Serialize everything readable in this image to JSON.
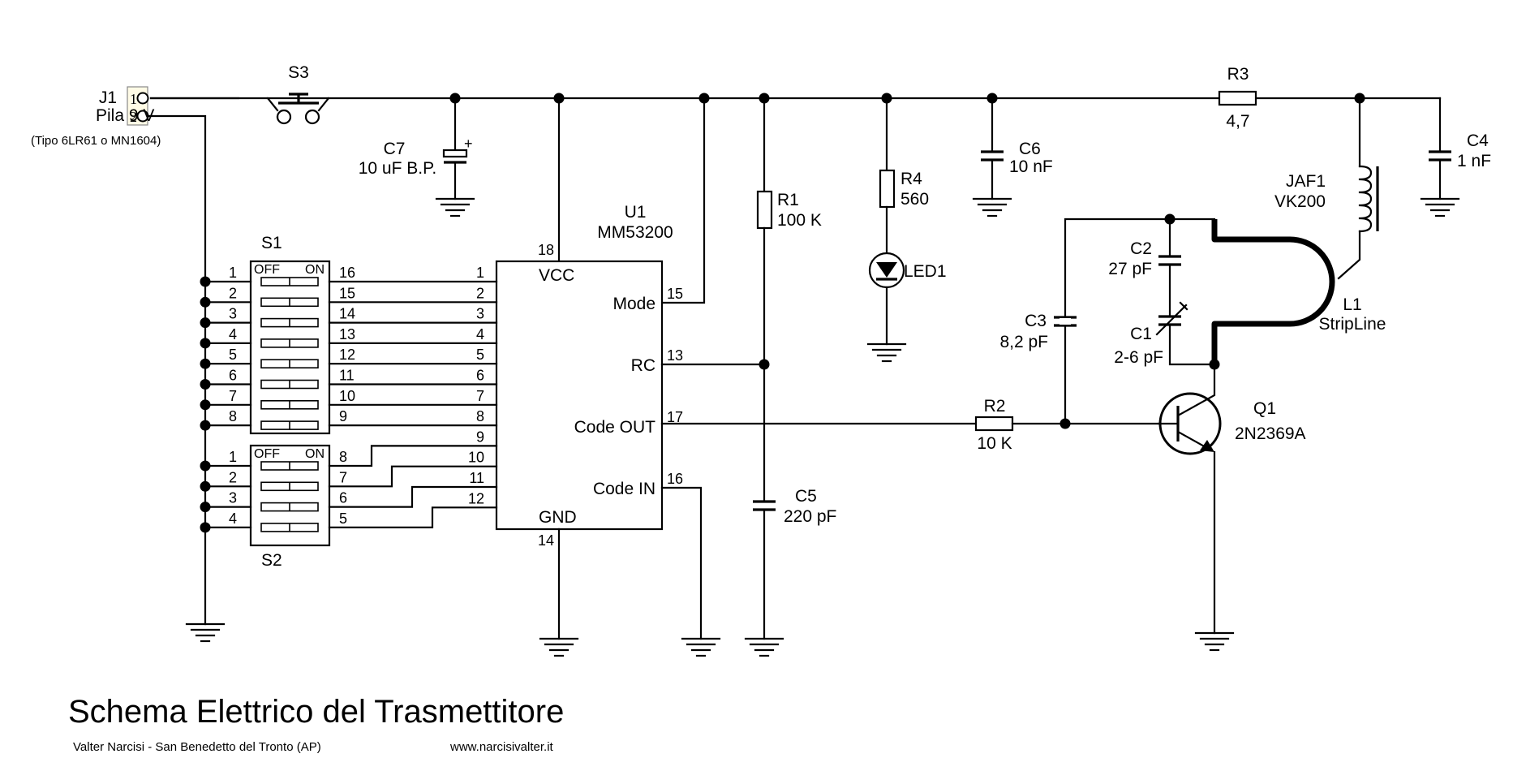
{
  "title": "Schema Elettrico del Trasmettitore",
  "credits": {
    "author": "Valter Narcisi - San Benedetto del Tronto (AP)",
    "website": "www.narcisivalter.it"
  },
  "j1": {
    "ref": "J1",
    "name": "Pila 9 V",
    "note": "(Tipo 6LR61 o MN1604)",
    "pin1": "1",
    "pin2": "2"
  },
  "s3": {
    "ref": "S3"
  },
  "c7": {
    "ref": "C7",
    "value": "10 uF B.P.",
    "plus": "+"
  },
  "u1": {
    "ref": "U1",
    "part": "MM53200",
    "vcc": "VCC",
    "gnd": "GND",
    "mode": "Mode",
    "rc": "RC",
    "code_out": "Code OUT",
    "code_in": "Code IN",
    "pin_vcc": "18",
    "pin_gnd": "14",
    "pin_mode": "15",
    "pin_rc": "13",
    "pin_code_out": "17",
    "pin_code_in": "16",
    "left_pins": [
      "1",
      "2",
      "3",
      "4",
      "5",
      "6",
      "7",
      "8",
      "9",
      "10",
      "11",
      "12"
    ]
  },
  "s1": {
    "ref": "S1",
    "off": "OFF",
    "on": "ON",
    "left_pins": [
      "1",
      "2",
      "3",
      "4",
      "5",
      "6",
      "7",
      "8"
    ],
    "right_pins": [
      "16",
      "15",
      "14",
      "13",
      "12",
      "11",
      "10",
      "9"
    ]
  },
  "s2": {
    "ref": "S2",
    "off": "OFF",
    "on": "ON",
    "left_pins": [
      "1",
      "2",
      "3",
      "4"
    ],
    "right_pins": [
      "8",
      "7",
      "6",
      "5"
    ]
  },
  "r1": {
    "ref": "R1",
    "value": "100 K"
  },
  "r2": {
    "ref": "R2",
    "value": "10 K"
  },
  "r3": {
    "ref": "R3",
    "value": "4,7"
  },
  "r4": {
    "ref": "R4",
    "value": "560"
  },
  "c1": {
    "ref": "C1",
    "value": "2-6 pF"
  },
  "c2": {
    "ref": "C2",
    "value": "27 pF"
  },
  "c3": {
    "ref": "C3",
    "value": "8,2 pF"
  },
  "c4": {
    "ref": "C4",
    "value": "1 nF"
  },
  "c5": {
    "ref": "C5",
    "value": "220 pF"
  },
  "c6": {
    "ref": "C6",
    "value": "10 nF"
  },
  "led1": {
    "ref": "LED1"
  },
  "jaf1": {
    "ref": "JAF1",
    "value": "VK200"
  },
  "l1": {
    "ref": "L1",
    "value": "StripLine"
  },
  "q1": {
    "ref": "Q1",
    "part": "2N2369A"
  }
}
